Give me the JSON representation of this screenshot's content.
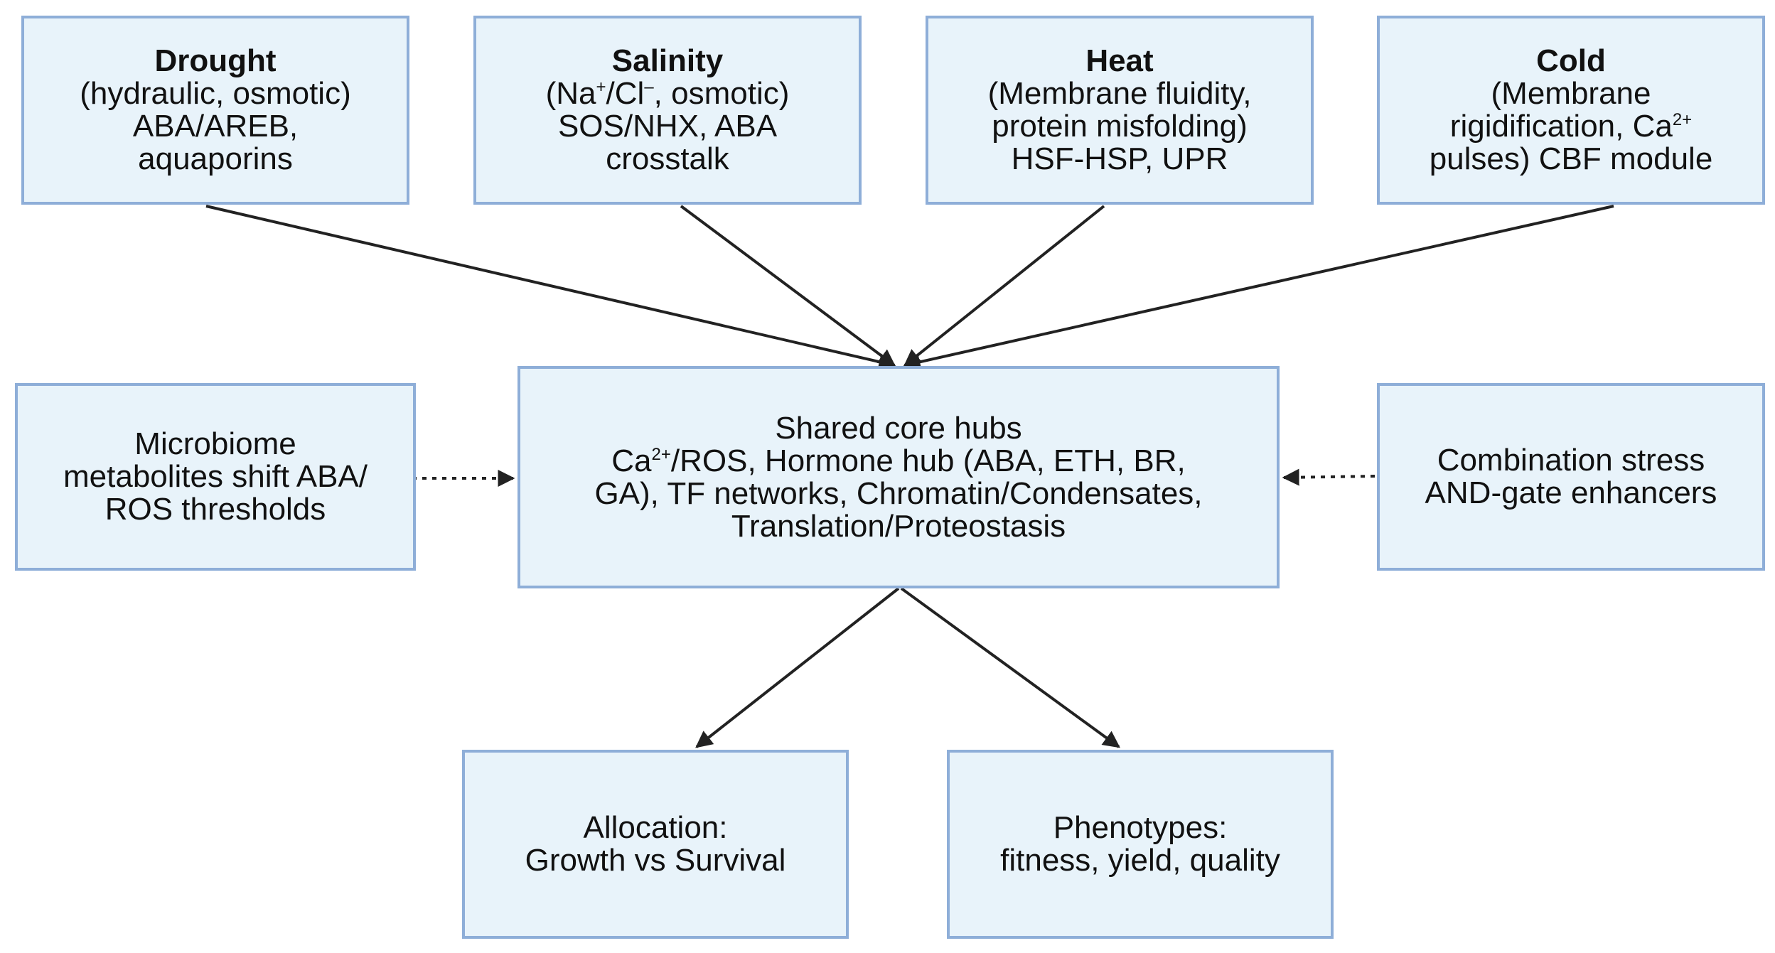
{
  "stress_inputs": {
    "drought": {
      "title": "Drought",
      "line1": "(hydraulic, osmotic)",
      "line2": "ABA/AREB,",
      "line3": "aquaporins"
    },
    "salinity": {
      "title": "Salinity",
      "line1_a": "(Na",
      "line1_sup1": "+",
      "line1_b": "/Cl",
      "line1_sup2": "–",
      "line1_c": ", osmotic)",
      "line2": "SOS/NHX, ABA",
      "line3": "crosstalk"
    },
    "heat": {
      "title": "Heat",
      "line1": "(Membrane fluidity,",
      "line2": "protein misfolding)",
      "line3": "HSF-HSP, UPR"
    },
    "cold": {
      "title": "Cold",
      "line1": "(Membrane",
      "line2_a": "rigidification, Ca",
      "line2_sup": "2+",
      "line3": "pulses) CBF module"
    }
  },
  "modulators": {
    "microbiome": {
      "line1": "Microbiome",
      "line2": "metabolites shift ABA/",
      "line3": "ROS thresholds"
    },
    "combination": {
      "line1": "Combination stress",
      "line2": "AND-gate enhancers"
    }
  },
  "core": {
    "line1": "Shared core hubs",
    "line2_a": "Ca",
    "line2_sup": "2+",
    "line2_b": "/ROS, Hormone hub (ABA, ETH, BR,",
    "line3": "GA), TF networks, Chromatin/Condensates,",
    "line4": "Translation/Proteostasis"
  },
  "outputs": {
    "allocation": {
      "line1": "Allocation:",
      "line2": "Growth vs Survival"
    },
    "phenotypes": {
      "line1": "Phenotypes:",
      "line2": "fitness, yield, quality"
    }
  },
  "colors": {
    "box_fill": "#e8f3fa",
    "box_border": "#8eaed8",
    "arrow": "#222222"
  }
}
